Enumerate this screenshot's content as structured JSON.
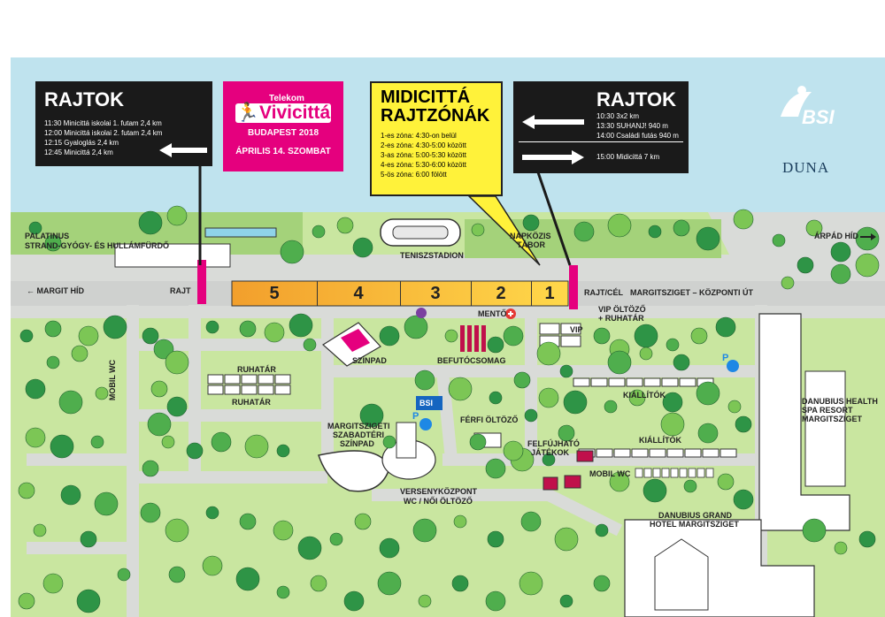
{
  "colors": {
    "water": "#bfe3ee",
    "park": "#c9e6a0",
    "path": "#d9dbd8",
    "tree_dark": "#2e9446",
    "tree_mid": "#4fae4d",
    "tree_light": "#7cc655",
    "magenta": "#e5007e",
    "yellow": "#fff23a",
    "black_panel": "#1a1a1a"
  },
  "left_panel": {
    "title": "RAJTOK",
    "lines": [
      "11:30 Minicittá iskolai 1. futam 2,4 km",
      "12:00 Minicittá iskolai 2. futam 2,4 km",
      "12:15 Gyaloglás 2,4 km",
      "12:45 Minicittá 2,4 km"
    ]
  },
  "event_logo": {
    "brand": "Telekom",
    "name": "Vivicittá",
    "city_year": "BUDAPEST 2018",
    "date": "ÁPRILIS 14. SZOMBAT"
  },
  "midi_panel": {
    "title_line1": "MIDICITTÁ",
    "title_line2": "RAJTZÓNÁK",
    "lines": [
      "1-es zóna: 4:30-on belül",
      "2-es zóna: 4:30-5:00 között",
      "3-as zóna: 5:00-5:30 között",
      "4-es zóna: 5:30-6:00 között",
      "5-ös zóna: 6:00 fölött"
    ]
  },
  "right_panel": {
    "title": "RAJTOK",
    "lines_top": [
      "10:30 3x2 km",
      "13:30 SUHANJ! 940 m",
      "14:00 Családi futás 940 m"
    ],
    "line_bottom": "15:00 Midicittá 7 km"
  },
  "bsi": {
    "logo_text": "BSI",
    "river": "DUNA"
  },
  "zones": [
    "5",
    "4",
    "3",
    "2",
    "1"
  ],
  "labels": {
    "palatinus": "PALATINUS",
    "palatinus2": "STRAND-GYÓGY- ÉS HULLÁMFÜRDŐ",
    "teniszstadion": "TENISZSTADION",
    "napkozis1": "NAPKÖZIS",
    "napkozis2": "TÁBOR",
    "arpad_hid": "ÁRPÁD HÍD",
    "margit_hid": "← MARGIT HÍD",
    "rajt": "RAJT",
    "rajt_cel": "RAJT/CÉL",
    "kozponti_ut": "MARGITSZIGET – KÖZPONTI ÚT",
    "vip_oltozo1": "VIP ÖLTÖZŐ",
    "vip_oltozo2": "+ RUHATÁR",
    "vip": "VIP",
    "mento": "MENTŐ",
    "szinpad": "SZÍNPAD",
    "befutocsomag": "BEFUTÓCSOMAG",
    "ruhatar1": "RUHATÁR",
    "ruhatar2": "RUHATÁR",
    "mobil_wc_left": "MOBIL WC",
    "kiallitok1": "KIÁLLÍTÓK",
    "kiallitok2": "KIÁLLÍTÓK",
    "ferfi_oltozo": "FÉRFI ÖLTÖZŐ",
    "szabadteri1": "MARGITSZIGETI",
    "szabadteri2": "SZABADTÉRI",
    "szabadteri3": "SZÍNPAD",
    "felfujhato1": "FELFÚJHATÓ",
    "felfujhato2": "JÁTÉKOK",
    "mobil_wc": "MOBIL WC",
    "versenykozpont1": "VERSENYKÖZPONT",
    "versenykozpont2": "WC / NŐI ÖLTÖZŐ",
    "danubius_grand1": "DANUBIUS GRAND",
    "danubius_grand2": "HOTEL MARGITSZIGET",
    "danubius_health1": "DANUBIUS HEALTH",
    "danubius_health2": "SPA RESORT",
    "danubius_health3": "MARGITSZIGET",
    "bsi_booth": "BSI",
    "parking": "P"
  }
}
